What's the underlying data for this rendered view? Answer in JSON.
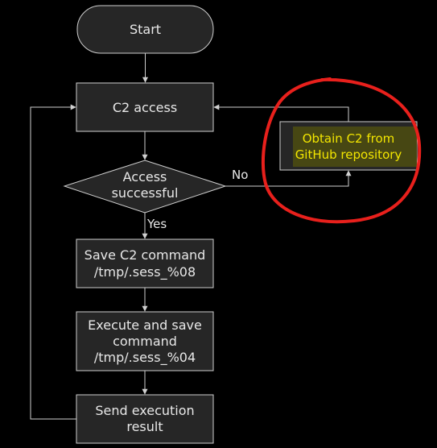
{
  "diagram": {
    "nodes": {
      "start": {
        "label": "Start"
      },
      "c2_access": {
        "label": "C2 access"
      },
      "decision": {
        "lines": [
          "Access",
          "successful"
        ]
      },
      "save": {
        "lines": [
          "Save C2 command",
          "/tmp/.sess_%08"
        ]
      },
      "execute": {
        "lines": [
          "Execute and save",
          "command",
          "/tmp/.sess_%04"
        ]
      },
      "send": {
        "lines": [
          "Send execution",
          "result"
        ]
      },
      "github": {
        "lines": [
          "Obtain C2 from",
          "GitHub repository"
        ]
      }
    },
    "edges": {
      "no_label": "No",
      "yes_label": "Yes"
    },
    "colors": {
      "highlight_text": "#f3e600",
      "annotation_circle": "#e8201c"
    }
  }
}
